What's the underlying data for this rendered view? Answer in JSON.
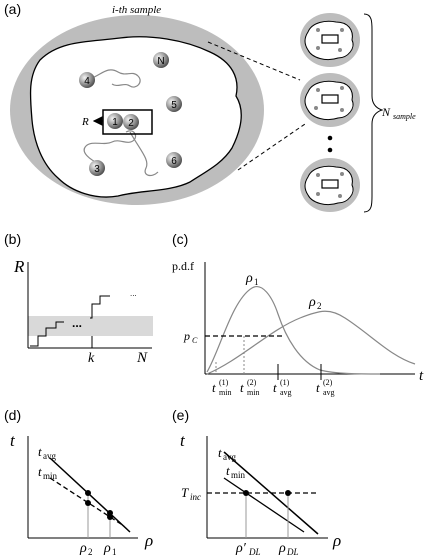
{
  "panel_a": {
    "label": "(a)",
    "sample_title": "i-th sample",
    "particles": [
      "4",
      "N",
      "1",
      "2",
      "5",
      "3",
      "6"
    ],
    "r_label": "R",
    "n_label": "N",
    "n_sub": "sample"
  },
  "panel_b": {
    "label": "(b)",
    "y_label": "R",
    "x_label": "N",
    "k_label": "k",
    "ellipsis": "...",
    "ellipsis_small": "..."
  },
  "panel_c": {
    "label": "(c)",
    "y_label": "p.d.f",
    "x_label": "t",
    "pc_label": "p",
    "pc_sub": "C",
    "rho1": "ρ",
    "rho1_sub": "1",
    "rho2": "ρ",
    "rho2_sub": "2",
    "tick_labels": [
      {
        "main": "t",
        "sup": "(1)",
        "sub": "min"
      },
      {
        "main": "t",
        "sup": "(2)",
        "sub": "min"
      },
      {
        "main": "t",
        "sup": "(1)",
        "sub": "avg"
      },
      {
        "main": "t",
        "sup": "(2)",
        "sub": "avg"
      }
    ]
  },
  "panel_d": {
    "label": "(d)",
    "y_label": "t",
    "x_label": "ρ",
    "t_avg": "t",
    "t_avg_sub": "avg",
    "t_min": "t",
    "t_min_sub": "min",
    "rho2": "ρ",
    "rho2_sub": "2",
    "rho1": "ρ",
    "rho1_sub": "1"
  },
  "panel_e": {
    "label": "(e)",
    "y_label": "t",
    "x_label": "ρ",
    "t_avg": "t",
    "t_avg_sub": "avg",
    "t_min": "t",
    "t_min_sub": "min",
    "t_inc": "T",
    "t_inc_sub": "inc",
    "rho_dl_prime": "ρ′",
    "rho_dl_prime_sub": "DL",
    "rho_dl": "ρ",
    "rho_dl_sub": "DL"
  }
}
